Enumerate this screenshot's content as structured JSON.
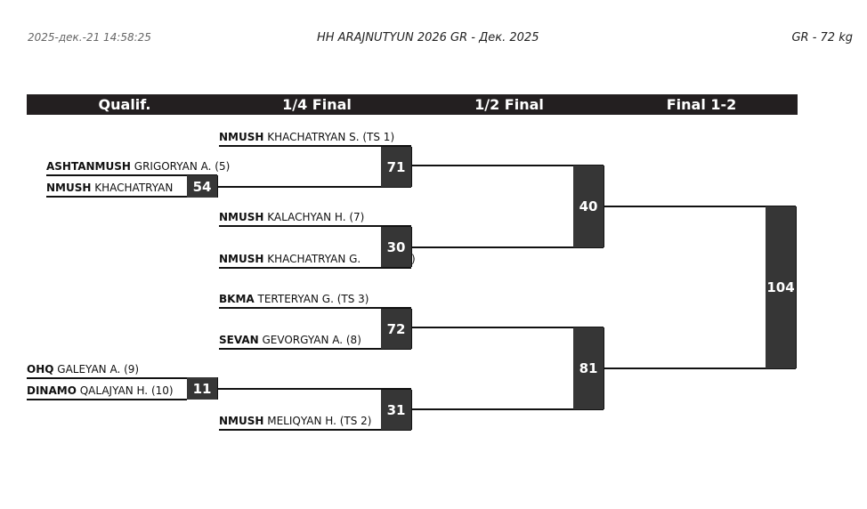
{
  "header": {
    "date": "2025-дек.-21 14:58:25",
    "title": "HH ARAJNUTYUN 2026 GR - Дек. 2025",
    "category": "GR - 72 kg"
  },
  "rounds": [
    "Qualif.",
    "1/4 Final",
    "1/2 Final",
    "Final 1-2"
  ],
  "athletes": {
    "q1_top": {
      "club": "ASHTANMUSH",
      "name": "GRIGORYAN A. (5)"
    },
    "q1_bottom": {
      "club": "NMUSH",
      "name": "KHACHATRYAN"
    },
    "q2_top": {
      "club": "OHQ",
      "name": "GALEYAN A. (9)"
    },
    "q2_bottom": {
      "club": "DINAMO",
      "name": "QALAJYAN H. (10)"
    },
    "qf1_top": {
      "club": "NMUSH",
      "name": "KHACHATRYAN S. (TS 1)"
    },
    "qf2_top": {
      "club": "NMUSH",
      "name": "KALACHYAN H. (7)"
    },
    "qf2_bottom": {
      "club": "NMUSH",
      "name": "KHACHATRYAN G.",
      "tail": ")"
    },
    "qf3_top": {
      "club": "BKMA",
      "name": "TERTERYAN G. (TS 3)"
    },
    "qf3_bottom": {
      "club": "SEVAN",
      "name": "GEVORGYAN A. (8)"
    },
    "qf4_bottom": {
      "club": "NMUSH",
      "name": "MELIQYAN H. (TS 2)"
    }
  },
  "bouts": {
    "q1": "54",
    "q2": "11",
    "qf1": "71",
    "qf2": "30",
    "qf3": "72",
    "qf4": "31",
    "sf1": "40",
    "sf2": "81",
    "final": "104"
  }
}
